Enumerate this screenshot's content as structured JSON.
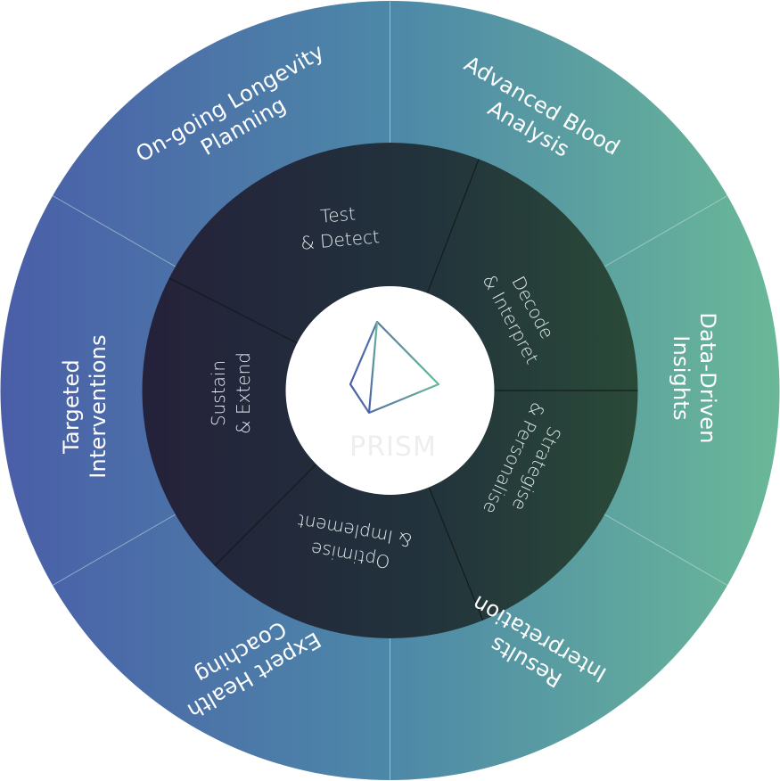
{
  "diagram": {
    "brand": "PRISM",
    "colors": {
      "gradient_start": "#4a5ea8",
      "gradient_mid": "#4d88a8",
      "gradient_end": "#6ab898",
      "inner_start": "#24213a",
      "inner_mid": "#22323c",
      "inner_end": "#2a4a38",
      "divider": "#cfe3ea",
      "icon_stroke_start": "#4a5ea8",
      "icon_stroke_end": "#6ab898"
    },
    "outer_segments": [
      {
        "lines": [
          "Advanced Blood",
          "Analysis"
        ]
      },
      {
        "lines": [
          "Data-Driven",
          "Insights"
        ]
      },
      {
        "lines": [
          "Results",
          "Interpretation"
        ]
      },
      {
        "lines": [
          "Expert Health",
          "Coaching"
        ]
      },
      {
        "lines": [
          "Targeted",
          "Interventions"
        ]
      },
      {
        "lines": [
          "On-going Longevity",
          "Planning"
        ]
      }
    ],
    "inner_segments": [
      {
        "lines": [
          "Test",
          "& Detect"
        ]
      },
      {
        "lines": [
          "Decode",
          "& Interpret"
        ]
      },
      {
        "lines": [
          "Strategise",
          "& Personalise"
        ]
      },
      {
        "lines": [
          "Optimise",
          "& Implement"
        ]
      },
      {
        "lines": [
          "Sustain",
          "& Extend"
        ]
      }
    ]
  }
}
